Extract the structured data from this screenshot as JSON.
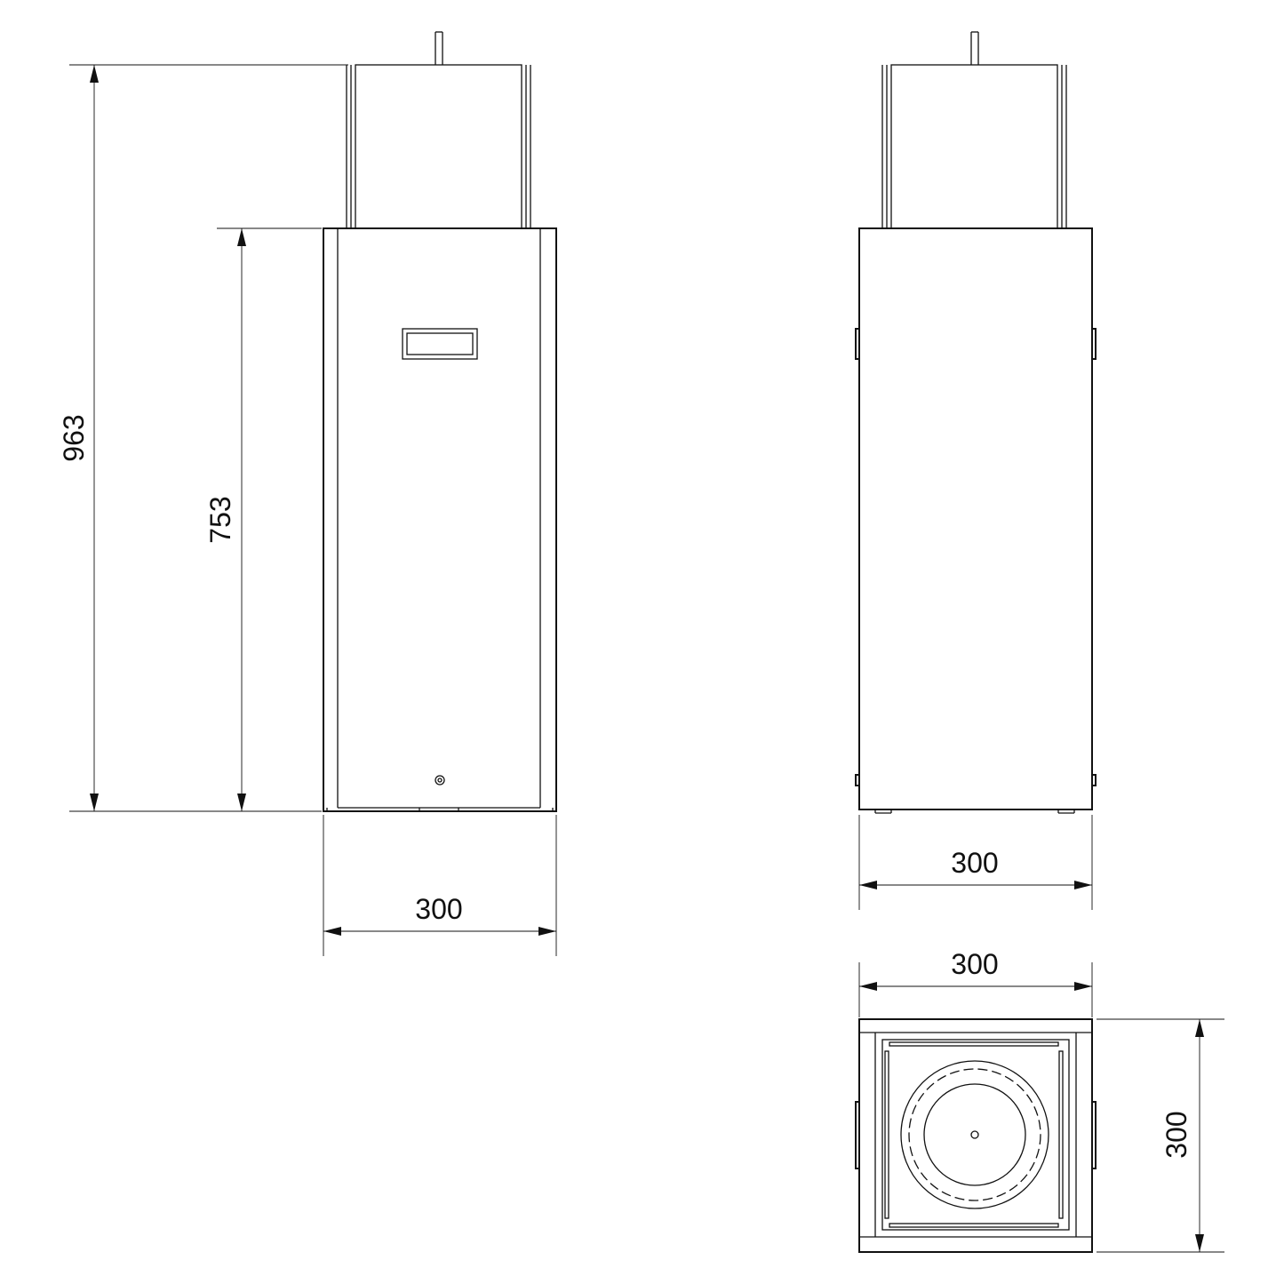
{
  "drawing": {
    "front_view": {
      "overall_height": "963",
      "body_height": "753",
      "width": "300"
    },
    "side_view": {
      "width": "300"
    },
    "top_view": {
      "width": "300",
      "depth": "300"
    },
    "line_color": "#111111",
    "background": "#ffffff"
  }
}
